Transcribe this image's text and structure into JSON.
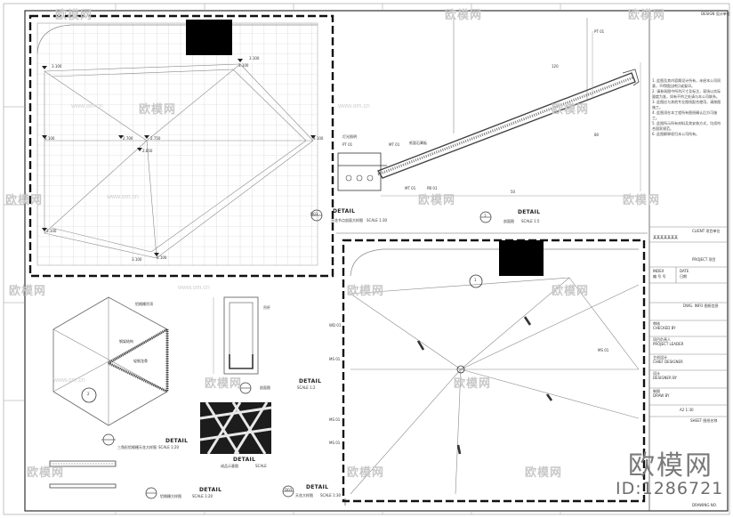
{
  "sheet": {
    "design_label": "DESIGN  设计单位",
    "client_label": "CLIENT  项目单位",
    "client_value": "某某某某某某某",
    "project_label": "PROJECT  项目",
    "index_label": "INDEX",
    "index_cn": "编 号 号",
    "date_label": "DATE",
    "date_cn": "日期",
    "dwg_info_label": "DWG. INFO  图纸信息",
    "checked_label": "CHECKED BY",
    "checked_cn": "审核",
    "leader_label": "PROJECT LEADER",
    "leader_cn": "项目负责人",
    "designer_label": "CHIEF DESIGNER",
    "designer_cn": "主创设计",
    "design_by_label": "DESIGNER BY",
    "design_by_cn": "设计",
    "drawn_label": "DRAW BY",
    "drawn_cn": "制图",
    "scale_value": "A2 1:30",
    "drawing_label": "DRAWING NO.",
    "sheet_label": "SHEET  图纸名称",
    "notes": [
      "1. 此图及其内容属设计所有，未经本公司同意，不得擅自拷贝或复印。",
      "2. 请参阅图中所列尺寸及标注，现场以实际量度为准，如有不符之处请与本公司联系。",
      "3. 此图应与其他专业图纸配合使用，请按图施工。",
      "4. 此图须在本工程所有图纸确认后方可施工。",
      "5. 此图所示所有材料及其安装方式，均须符合国家规范。",
      "6. 此图解释权归本公司所有。"
    ]
  },
  "plan": {
    "levels": [
      "3.100",
      "3.100",
      "3.100",
      "2.700",
      "2.750",
      "2.850",
      "3.100",
      "3.100",
      "3.100",
      "3.100",
      "3.100"
    ]
  },
  "details": {
    "section_title": "DETAIL",
    "section_sub": "天花节点剖面大样图",
    "section_scale": "SCALE 1:30",
    "section_code": "D03",
    "cut_title": "DETAIL",
    "cut_sub": "剖面图",
    "cut_scale": "SCALE 1:5",
    "hex_title": "DETAIL",
    "hex_sub": "三角形铝格栅天花大样图",
    "hex_scale": "SCALE 1:20",
    "profile_title": "DETAIL",
    "profile_sub": "铝格栅大样图",
    "profile_scale": "SCALE 1:20",
    "box_title": "DETAIL",
    "box_sub": "剖面图",
    "box_scale": "SCALE 1:2",
    "photo_title": "DETAIL",
    "photo_sub": "成品示意图",
    "photo_scale": "SCALE",
    "big_title": "DETAIL",
    "big_sub": "天花大样图",
    "big_scale": "SCALE 1:30",
    "big_code": "D03"
  },
  "callouts": {
    "pt01": "PT 01",
    "pt01b": "PT 01",
    "mt01": "MT 01",
    "mt01b": "MT 01",
    "wd01": "WD 01",
    "pb01": "PB 01",
    "ms01": "MS 01",
    "ms01b": "MS 01",
    "ms01c": "MS 01",
    "ms01d": "MS 01",
    "text_light": "灯光照明",
    "text_ceiling": "纸面石膏板",
    "text_steel": "轻钢龙骨",
    "text_grid": "铝格栅吊顶",
    "text_frame": "钢架结构",
    "text_hook": "吊杆",
    "dim_120": "120",
    "dim_50": "50",
    "dim_80": "80",
    "dim_1": "1",
    "dim_2": "2"
  },
  "watermarks": {
    "brand": "欧模网",
    "url": "www.om.cn",
    "big_brand": "欧模网",
    "id": "ID:1286721"
  }
}
